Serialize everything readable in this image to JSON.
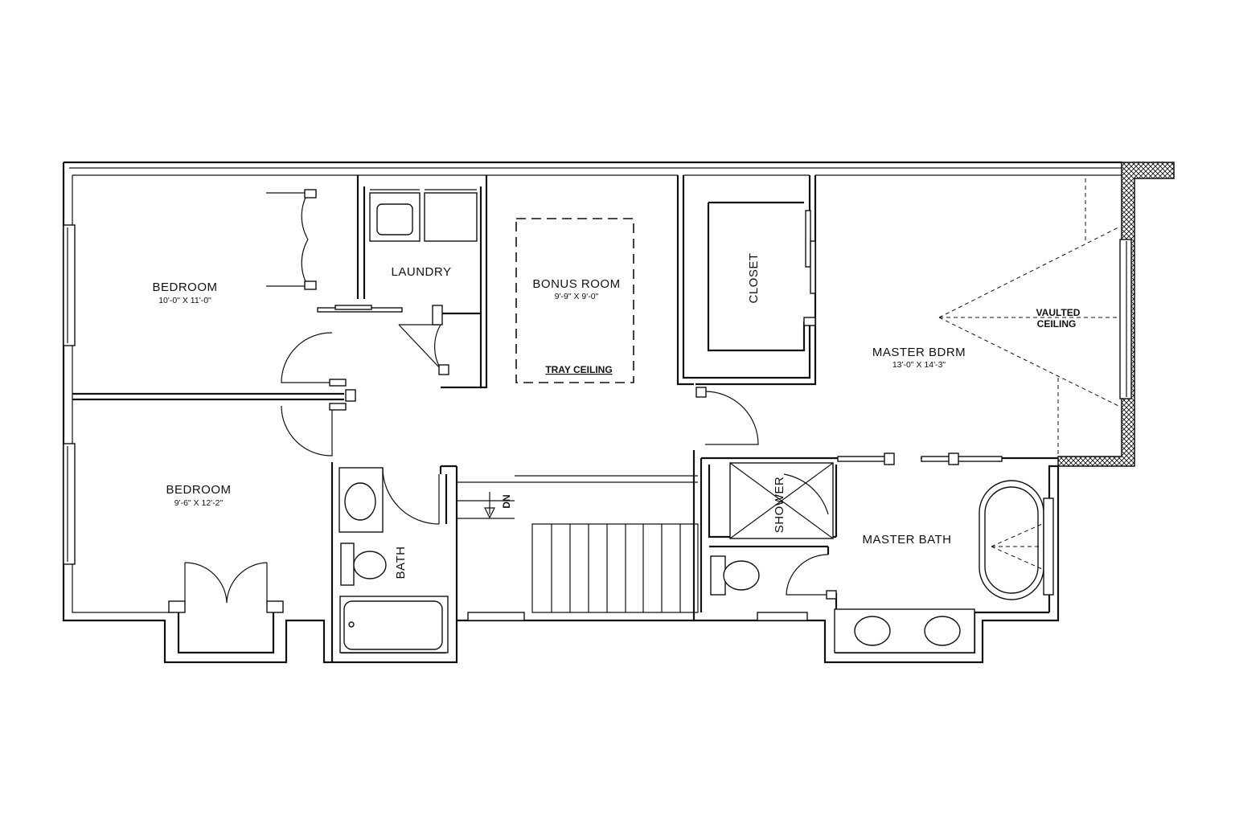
{
  "plan": {
    "rooms": {
      "bedroom1": {
        "name": "BEDROOM",
        "size": "10'-0\" X 11'-0\""
      },
      "bedroom2": {
        "name": "BEDROOM",
        "size": "9'-6\" X 12'-2\""
      },
      "laundry": {
        "name": "LAUNDRY"
      },
      "bonus": {
        "name": "BONUS ROOM",
        "size": "9'-9\" X 9'-0\"",
        "ceiling": "TRAY CEILING"
      },
      "closet": {
        "name": "CLOSET"
      },
      "master": {
        "name": "MASTER BDRM",
        "size": "13'-0\" X 14'-3\"",
        "ceiling_line1": "VAULTED",
        "ceiling_line2": "CEILING"
      },
      "bath": {
        "name": "BATH"
      },
      "shower": {
        "name": "SHOWER"
      },
      "master_bath": {
        "name": "MASTER BATH"
      }
    },
    "stair_label": "DN"
  }
}
